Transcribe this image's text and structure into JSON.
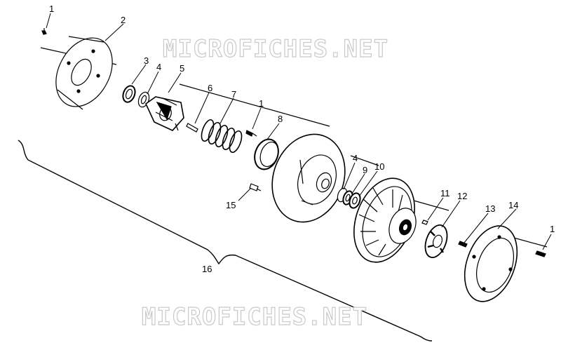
{
  "watermarks": [
    "MICROFICHES.NET",
    "MICROFICHES.NET"
  ],
  "callouts": [
    {
      "id": "c1a",
      "label": "1"
    },
    {
      "id": "c2",
      "label": "2"
    },
    {
      "id": "c3",
      "label": "3"
    },
    {
      "id": "c4a",
      "label": "4"
    },
    {
      "id": "c5",
      "label": "5"
    },
    {
      "id": "c6",
      "label": "6"
    },
    {
      "id": "c7",
      "label": "7"
    },
    {
      "id": "c1b",
      "label": "1"
    },
    {
      "id": "c8",
      "label": "8"
    },
    {
      "id": "c4b",
      "label": "4"
    },
    {
      "id": "c9",
      "label": "9"
    },
    {
      "id": "c10",
      "label": "10"
    },
    {
      "id": "c11",
      "label": "11"
    },
    {
      "id": "c12",
      "label": "12"
    },
    {
      "id": "c13",
      "label": "13"
    },
    {
      "id": "c14",
      "label": "14"
    },
    {
      "id": "c1c",
      "label": "1"
    },
    {
      "id": "c15",
      "label": "15"
    },
    {
      "id": "c16",
      "label": "16"
    }
  ],
  "colors": {
    "ink": "#000000",
    "paper": "#ffffff",
    "watermark": "#c9c9c9"
  }
}
